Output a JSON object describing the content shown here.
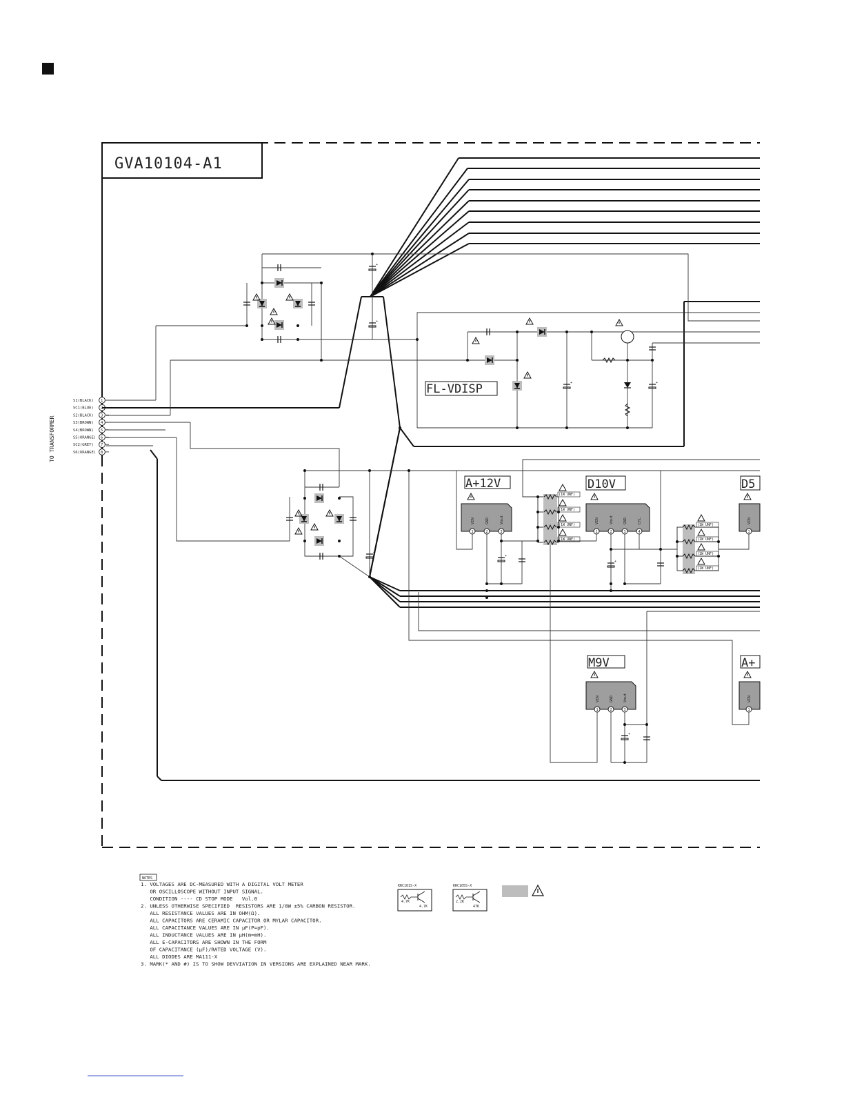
{
  "board": {
    "id": "GVA10104-A1"
  },
  "side_label": "TO TRANSFORMER",
  "connector": {
    "pins": [
      {
        "num": "1",
        "label": "S1(BLACK)"
      },
      {
        "num": "2",
        "label": "SC1(BLUE)"
      },
      {
        "num": "3",
        "label": "S2(BLACK)"
      },
      {
        "num": "4",
        "label": "S3(BROWN)"
      },
      {
        "num": "5",
        "label": "S4(BROWN)"
      },
      {
        "num": "6",
        "label": "S5(ORANGE)"
      },
      {
        "num": "7",
        "label": "SC2(GREY)"
      },
      {
        "num": "8",
        "label": "S6(ORANGE)"
      }
    ]
  },
  "blocks": {
    "fl_vdisp": "FL-VDISP",
    "a12v": "A+12V",
    "d10v": "D10V",
    "d5": "D5",
    "m9v": "M9V",
    "a_plus": "A+"
  },
  "regulators": {
    "a12v": {
      "pins": [
        "VIN",
        "GND",
        "Vout"
      ],
      "nums": [
        "1",
        "2",
        "3"
      ]
    },
    "d10v": {
      "pins": [
        "VIN",
        "Vout",
        "GND",
        "CTL"
      ],
      "nums": [
        "1",
        "2",
        "3",
        "4"
      ]
    },
    "d5": {
      "pins": [
        "VIN"
      ],
      "nums": [
        "1"
      ]
    },
    "m9v": {
      "pins": [
        "VIN",
        "GND",
        "Vout"
      ],
      "nums": [
        "1",
        "2",
        "3"
      ]
    },
    "a_plus": {
      "pins": [
        "VIN"
      ],
      "nums": [
        "1"
      ]
    }
  },
  "resistor_note": "(1W UNF)",
  "notes": {
    "tag": "NOTES",
    "lines": [
      "1. VOLTAGES ARE DC-MEASURED WITH A DIGITAL VOLT METER",
      "   OR OSCILLOSCOPE WITHOUT INPUT SIGNAL.",
      "   CONDITION ---- CD STOP MODE   Vol.0",
      "2. UNLESS OTHERWISE SPECIFIED  RESISTORS ARE 1/8W ±5% CARBON RESISTOR.",
      "   ALL RESISTANCE VALUES ARE IN OHM(Ω).",
      "   ALL CAPACITORS ARE CERAMIC CAPACITOR OR MYLAR CAPACITOR.",
      "   ALL CAPACITANCE VALUES ARE IN μF(P=pF).",
      "   ALL INDUCTANCE VALUES ARE IN μH(m=mH).",
      "   ALL E-CAPACITORS ARE SHOWN IN THE FORM",
      "   OF CAPACITANCE (μF)/RATED VOLTAGE (V).",
      "   ALL DIODES ARE MA111-X",
      "3. MARK(* AND #) IS TO SHOW DEVVIATION IN VERSIONS ARE EXPLAINED NEAR MARK."
    ]
  },
  "legend": {
    "krc101s": {
      "name": "KRC101S-X",
      "r1": "4.7K",
      "r2": "4.7K"
    },
    "krc105s": {
      "name": "KRC105S-X",
      "r1": "2.2K",
      "r2": "47K"
    }
  }
}
